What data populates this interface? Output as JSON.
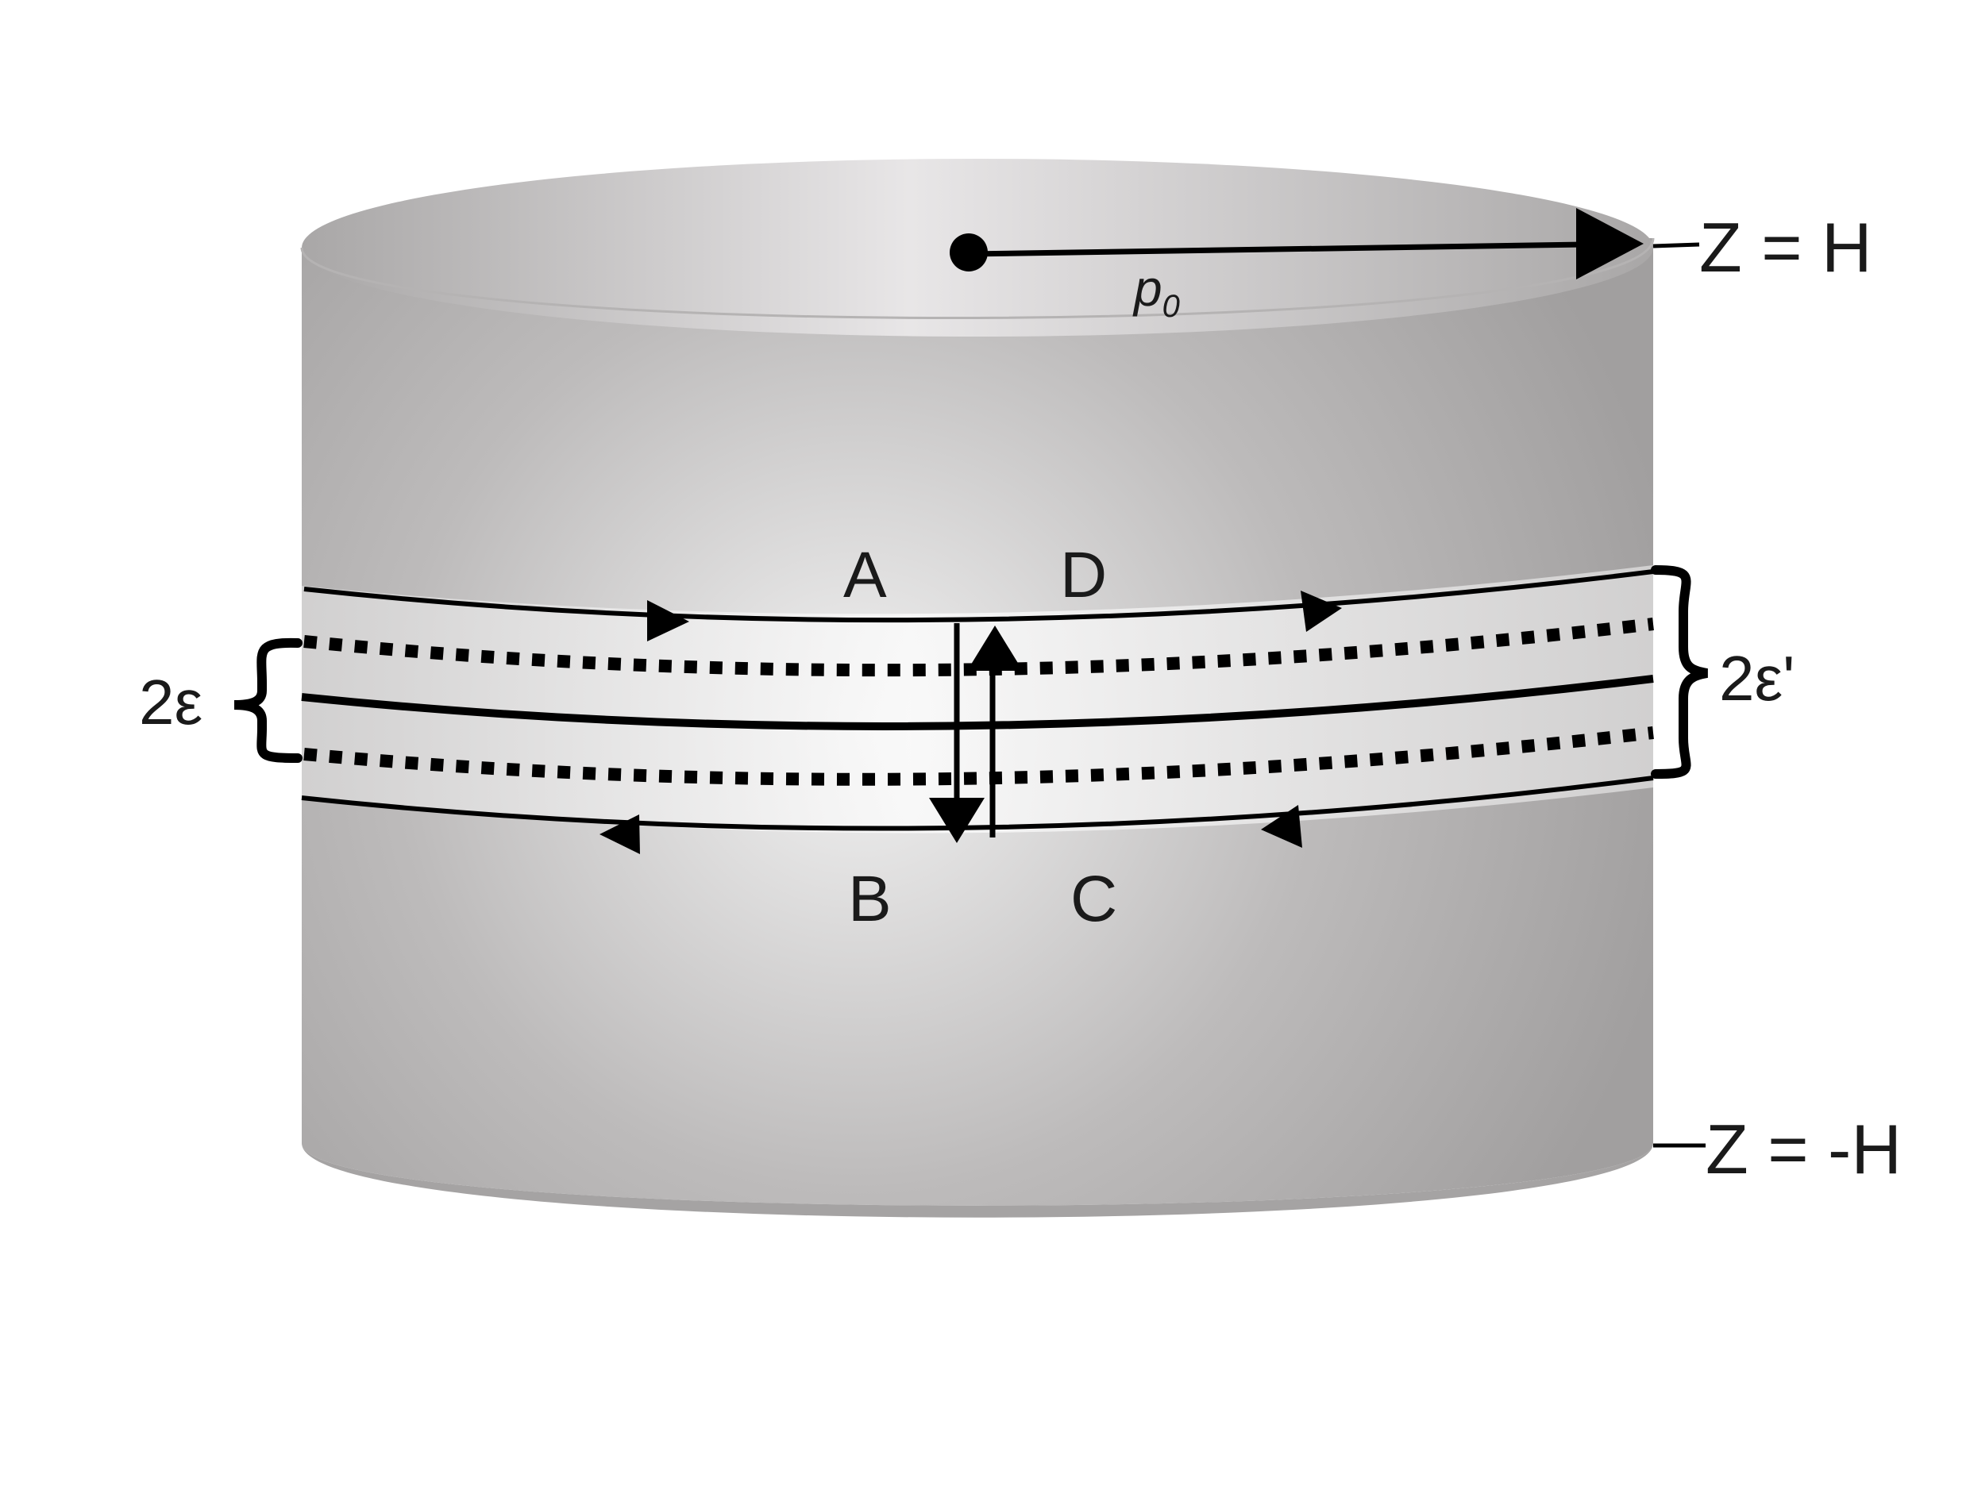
{
  "labels": {
    "top_plane": "Z = H",
    "bottom_plane": "Z = -H",
    "radius_symbol": "p",
    "radius_subscript": "0",
    "point_a": "A",
    "point_b": "B",
    "point_c": "C",
    "point_d": "D",
    "band_left": "2ε",
    "band_right": "2ε'"
  },
  "colors": {
    "cylinder_light": "#e8e6e7",
    "cylinder_dark": "#a19f9f",
    "ink": "#000000",
    "band_highlight": "#f2f2f2"
  }
}
